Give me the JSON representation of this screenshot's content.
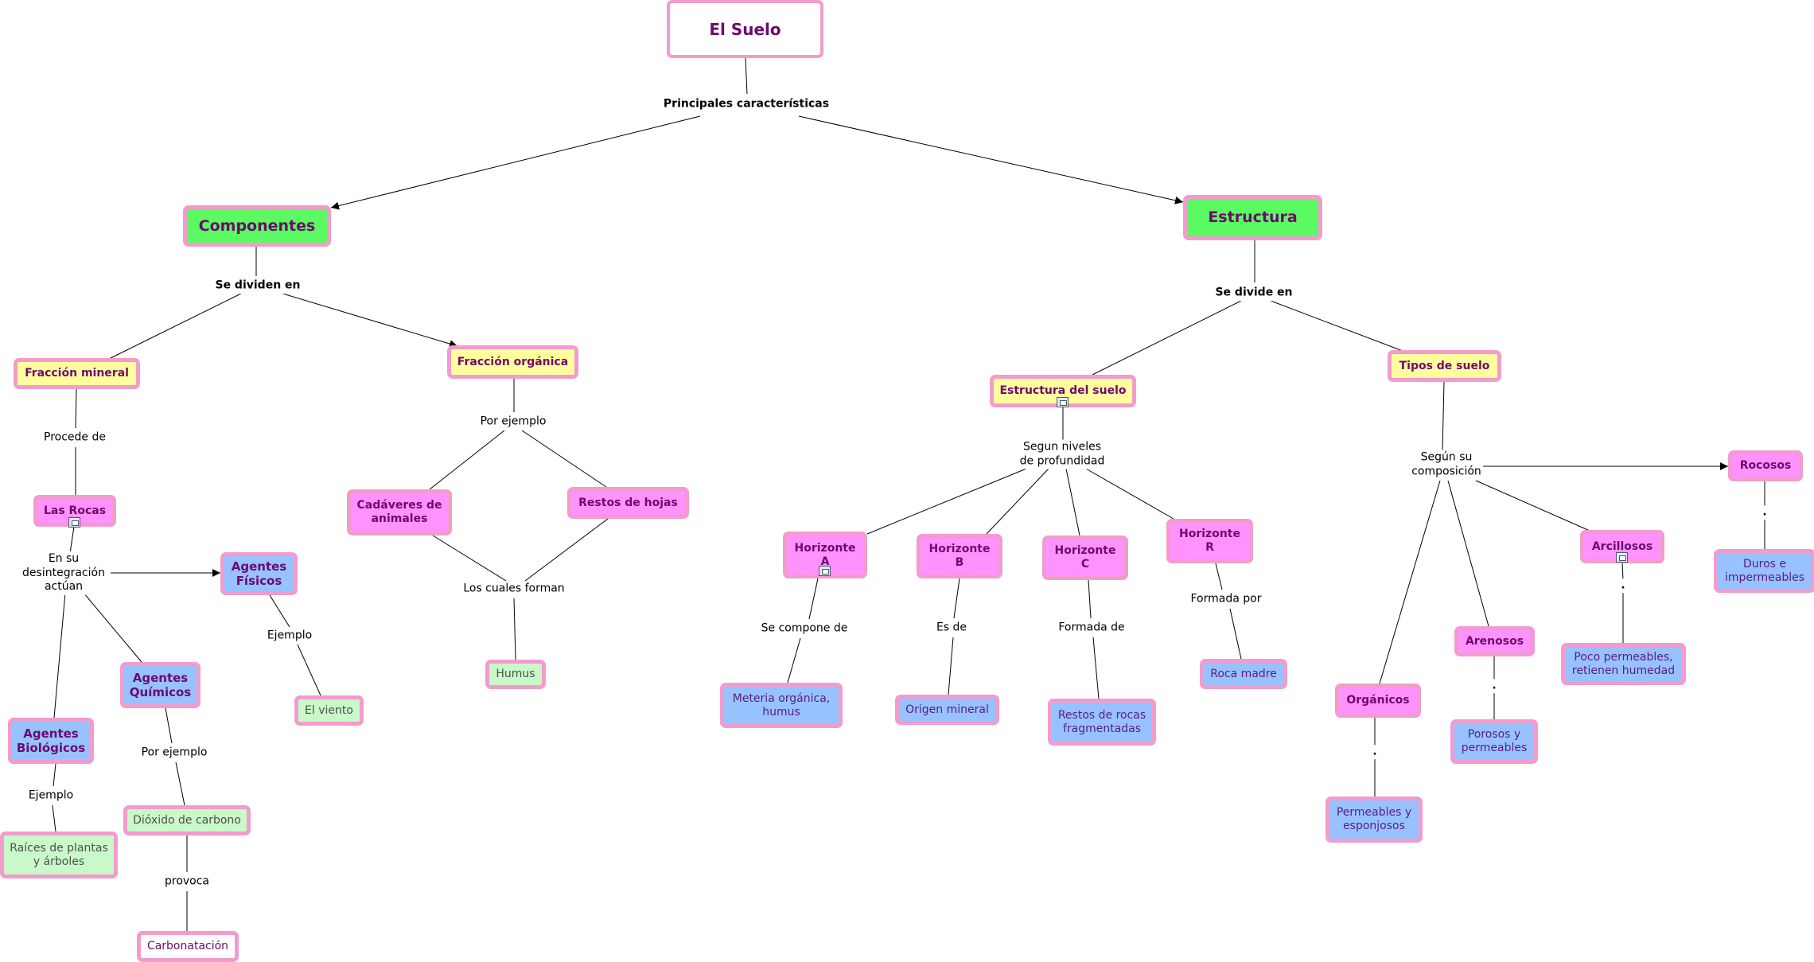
{
  "map": {
    "nodes": [
      {
        "id": "suelo",
        "label": "El Suelo",
        "style": "root"
      },
      {
        "id": "componentes",
        "label": "Componentes",
        "style": "green"
      },
      {
        "id": "estructura",
        "label": "Estructura",
        "style": "green"
      },
      {
        "id": "fmineral",
        "label": "Fracción mineral",
        "style": "yellow"
      },
      {
        "id": "forganica",
        "label": "Fracción orgánica",
        "style": "yellow"
      },
      {
        "id": "estsuelo",
        "label": "Estructura del suelo",
        "style": "yellow",
        "icon": true
      },
      {
        "id": "tipos",
        "label": "Tipos de suelo",
        "style": "yellow"
      },
      {
        "id": "rocas",
        "label": "Las Rocas",
        "style": "pink",
        "icon": true
      },
      {
        "id": "fisicos",
        "label": "Agentes\nFísicos",
        "style": "blue"
      },
      {
        "id": "quimicos",
        "label": "Agentes\nQuímicos",
        "style": "blue"
      },
      {
        "id": "biologicos",
        "label": "Agentes\nBiológicos",
        "style": "blue"
      },
      {
        "id": "viento",
        "label": "El viento",
        "style": "greenleaf"
      },
      {
        "id": "dioxido",
        "label": "Dióxido de carbono",
        "style": "greenleaf"
      },
      {
        "id": "raices",
        "label": "Raíces de plantas\ny árboles",
        "style": "greenleaf"
      },
      {
        "id": "carbonatacion",
        "label": "Carbonatación",
        "style": "whiteleaf"
      },
      {
        "id": "cadaveres",
        "label": "Cadáveres de\nanimales",
        "style": "pink"
      },
      {
        "id": "restos",
        "label": "Restos de hojas",
        "style": "pink"
      },
      {
        "id": "humus",
        "label": "Humus",
        "style": "greenleaf"
      },
      {
        "id": "horA",
        "label": "Horizonte\nA",
        "style": "pink",
        "icon": true
      },
      {
        "id": "horB",
        "label": "Horizonte\nB",
        "style": "pink"
      },
      {
        "id": "horC",
        "label": "Horizonte\nC",
        "style": "pink"
      },
      {
        "id": "horR",
        "label": "Horizonte\nR",
        "style": "pink"
      },
      {
        "id": "materia",
        "label": "Meteria orgánica,\nhumus",
        "style": "blueleaf"
      },
      {
        "id": "origen",
        "label": "Origen mineral",
        "style": "blueleaf"
      },
      {
        "id": "restosrocas",
        "label": "Restos de rocas\nfragmentadas",
        "style": "blueleaf"
      },
      {
        "id": "rocamadre",
        "label": "Roca madre",
        "style": "blueleaf"
      },
      {
        "id": "rocosos",
        "label": "Rocosos",
        "style": "pink"
      },
      {
        "id": "arcillosos",
        "label": "Arcillosos",
        "style": "pink",
        "icon": true
      },
      {
        "id": "arenosos",
        "label": "Arenosos",
        "style": "pink"
      },
      {
        "id": "organicos",
        "label": "Orgánicos",
        "style": "pink"
      },
      {
        "id": "duros",
        "label": "Duros e\nimpermeables",
        "style": "blueleaf"
      },
      {
        "id": "poco",
        "label": "Poco permeables,\nretienen humedad",
        "style": "blueleaf"
      },
      {
        "id": "porosos",
        "label": "Porosos y\npermeables",
        "style": "blueleaf"
      },
      {
        "id": "permeables",
        "label": "Permeables y\nesponjosos",
        "style": "blueleaf"
      }
    ],
    "links": [
      {
        "id": "principales",
        "label": "Principales características",
        "bold": true
      },
      {
        "id": "sedividen",
        "label": "Se dividen en",
        "bold": true
      },
      {
        "id": "sedivide",
        "label": "Se divide en",
        "bold": true
      },
      {
        "id": "procede",
        "label": "Procede de"
      },
      {
        "id": "ensu",
        "label": "En su\ndesintegración\nactúan"
      },
      {
        "id": "ej1",
        "label": "Ejemplo"
      },
      {
        "id": "ej2",
        "label": "Ejemplo"
      },
      {
        "id": "porej1",
        "label": "Por ejemplo"
      },
      {
        "id": "provoca",
        "label": "provoca"
      },
      {
        "id": "porej2",
        "label": "Por ejemplo"
      },
      {
        "id": "cuales",
        "label": "Los cuales forman"
      },
      {
        "id": "segun",
        "label": "Segun niveles\nde profundidad"
      },
      {
        "id": "secompone",
        "label": "Se compone de"
      },
      {
        "id": "esde",
        "label": "Es de"
      },
      {
        "id": "formadade",
        "label": "Formada de"
      },
      {
        "id": "formadapor",
        "label": "Formada por"
      },
      {
        "id": "segunsu",
        "label": "Según su\ncomposición"
      },
      {
        "id": "d_rocosos",
        "label": ".",
        "dot": true
      },
      {
        "id": "d_arcillosos",
        "label": ".",
        "dot": true
      },
      {
        "id": "d_arenosos",
        "label": ".",
        "dot": true
      },
      {
        "id": "d_organicos",
        "label": ".",
        "dot": true
      }
    ],
    "colors": {
      "border": "#f29ccd",
      "green": "#5cfa62",
      "yellow": "#ffff9e",
      "pink": "#ff92ff",
      "blue": "#97c2ff",
      "light_green": "#c9f8c9",
      "text_purple": "#6d0a6d"
    }
  }
}
